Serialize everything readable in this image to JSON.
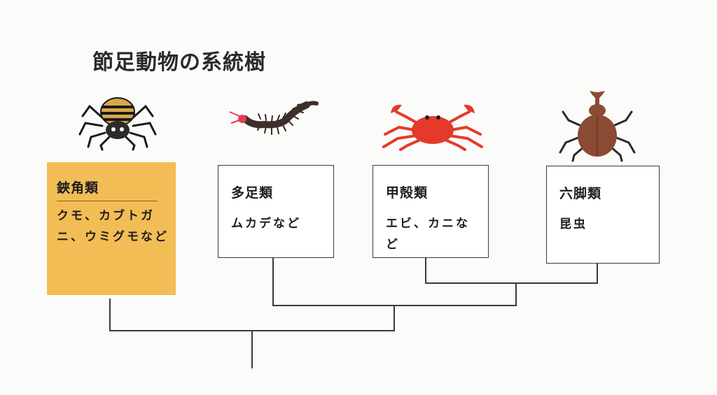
{
  "title": "節足動物の系統樹",
  "groups": [
    {
      "name": "鋏角類",
      "desc": "クモ、カブトガニ、ウミグモなど",
      "icon": "spider-icon",
      "highlight": true
    },
    {
      "name": "多足類",
      "desc": "ムカデなど",
      "icon": "centipede-icon",
      "highlight": false
    },
    {
      "name": "甲殻類",
      "desc": "エビ、カニなど",
      "icon": "crab-icon",
      "highlight": false
    },
    {
      "name": "六脚類",
      "desc": "昆虫",
      "icon": "beetle-icon",
      "highlight": false
    }
  ],
  "colors": {
    "highlight": "#f3bd55",
    "line": "#3a3a3a",
    "crab": "#e53a2b",
    "beetle": "#8b4a33"
  }
}
